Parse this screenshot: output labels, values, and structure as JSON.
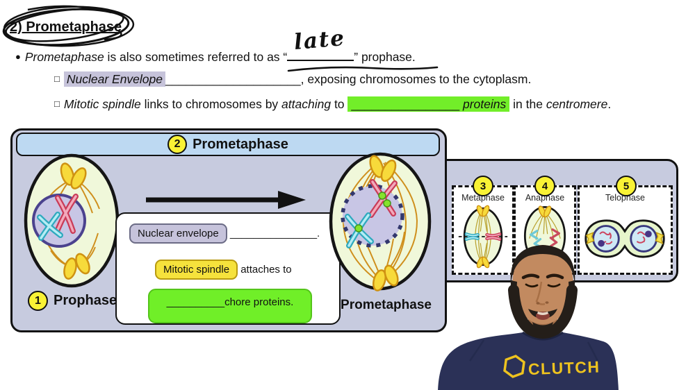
{
  "page": {
    "title": "2) Prometaphase",
    "bullet1": {
      "marker": "●",
      "italic_lead": "Prometaphase",
      "text": " is also sometimes referred to as “",
      "answer": "late",
      "text_after": "” prophase."
    },
    "sub1": {
      "marker": "□",
      "highlight": "Nuclear Envelope",
      "blank": "____________________",
      "text_after": ", exposing chromosomes to the cytoplasm."
    },
    "sub2": {
      "marker": "□",
      "italic1": "Mitotic spindle",
      "text1": " links to chromosomes by ",
      "italic2": "attaching",
      "text2": " to ",
      "green_blank": "________________ ",
      "green_word": "proteins",
      "text3": " in the ",
      "italic3": "centromere",
      "text4": "."
    }
  },
  "diagram": {
    "header": {
      "num": "2",
      "label": "Prometaphase"
    },
    "prophase": {
      "num": "1",
      "label": "Prophase"
    },
    "prometaphase_label": "Prometaphase",
    "notebox": {
      "pill1": "Nuclear envelope",
      "blank1": "_______________.",
      "pill2": "Mitotic spindle",
      "after2": "attaches to",
      "pill3": "__________chore proteins."
    }
  },
  "panel": {
    "phases": [
      {
        "num": "3",
        "label": "Metaphase"
      },
      {
        "num": "4",
        "label": "Anaphase"
      },
      {
        "num": "5",
        "label": "Telophase"
      }
    ]
  },
  "person": {
    "shirt_brand": "CLUTCH"
  },
  "colors": {
    "box_bg": "#c7cbdf",
    "header_bg": "#bdd9f2",
    "badge_yellow": "#f9f235",
    "highlight_green": "#72ee29",
    "highlight_yellow": "#f6e23c",
    "highlight_lavender": "#c6c3da",
    "cell_fill": "#f0f8da",
    "nucleus_fill": "#c8c6e5",
    "shirt_navy": "#2b3157",
    "logo_yellow": "#eec31f"
  }
}
